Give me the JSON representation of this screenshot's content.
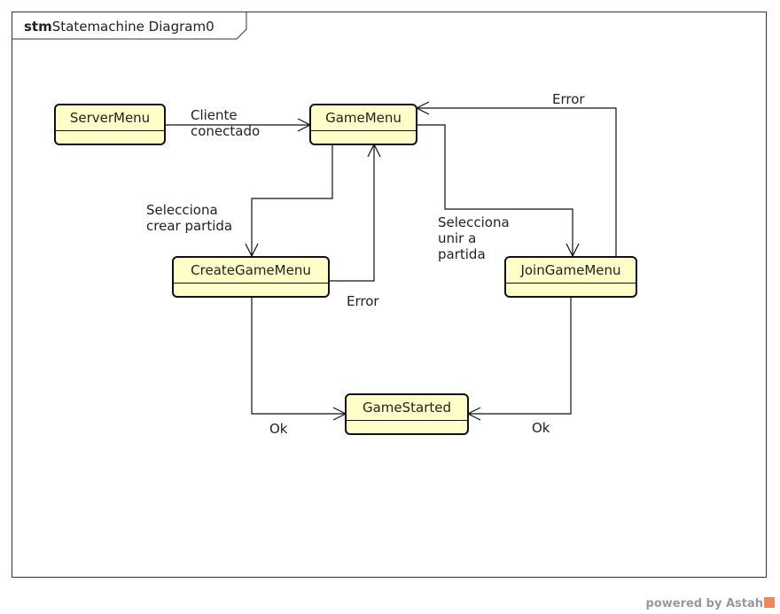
{
  "frame": {
    "kind": "stm",
    "name": "Statemachine Diagram0"
  },
  "states": {
    "server_menu": "ServerMenu",
    "game_menu": "GameMenu",
    "create_game_menu": "CreateGameMenu",
    "join_game_menu": "JoinGameMenu",
    "game_started": "GameStarted"
  },
  "transitions": {
    "cliente_conectado": [
      "Cliente",
      "conectado"
    ],
    "selecciona_crear": [
      "Selecciona",
      "crear partida"
    ],
    "selecciona_unir": [
      "Selecciona",
      "unir a",
      "partida"
    ],
    "error_create": "Error",
    "error_join": "Error",
    "ok_create": "Ok",
    "ok_join": "Ok"
  },
  "footer": {
    "text": "powered by Astah"
  },
  "colors": {
    "state_fill": "#fffdc8",
    "line": "#111111"
  }
}
